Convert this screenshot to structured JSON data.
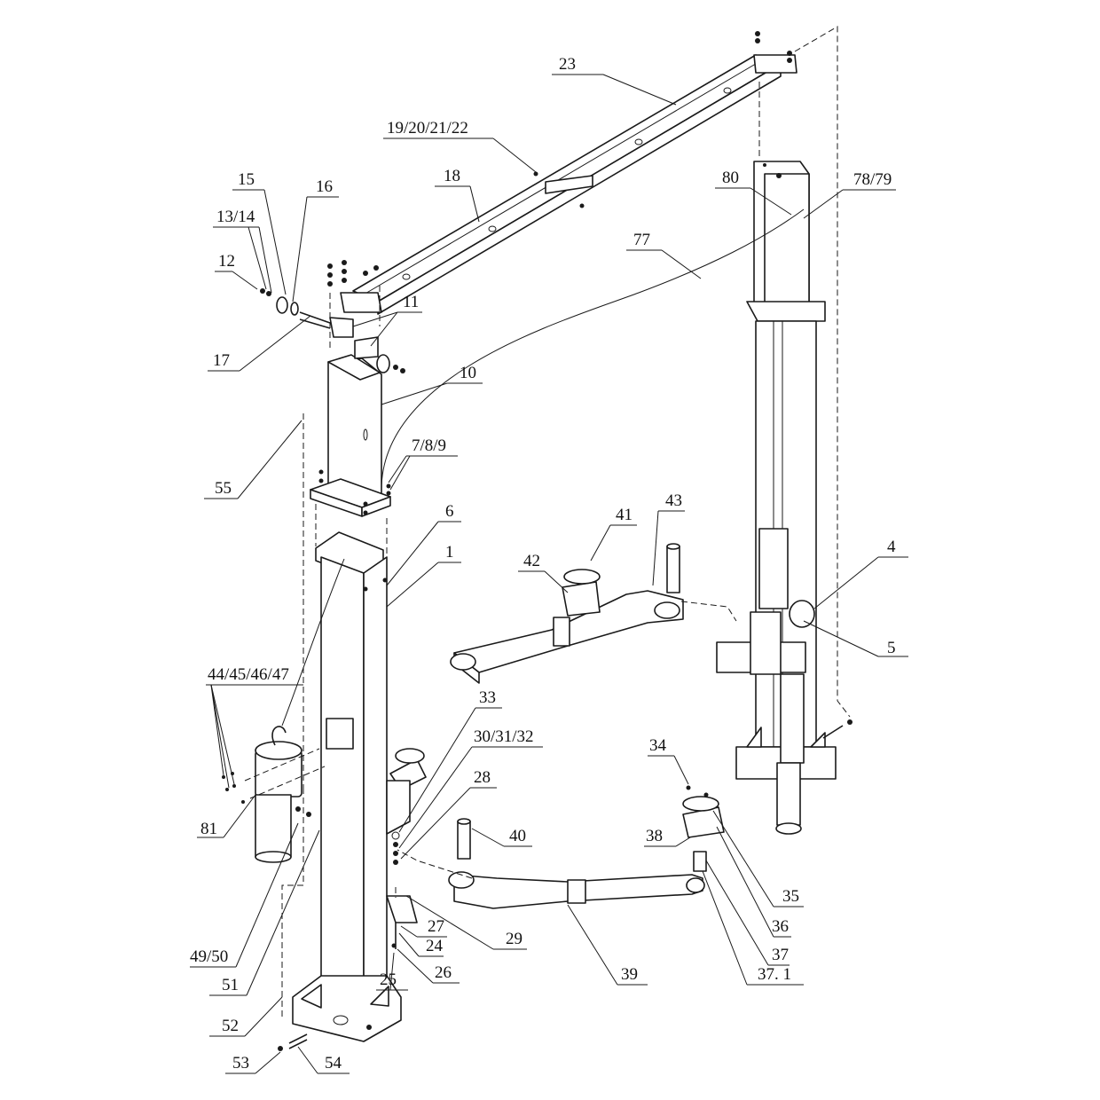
{
  "callouts": [
    {
      "id": "23",
      "label": "23"
    },
    {
      "id": "19-22",
      "label": "19/20/21/22"
    },
    {
      "id": "18",
      "label": "18"
    },
    {
      "id": "15",
      "label": "15"
    },
    {
      "id": "16",
      "label": "16"
    },
    {
      "id": "13-14",
      "label": "13/14"
    },
    {
      "id": "12",
      "label": "12"
    },
    {
      "id": "11",
      "label": "11"
    },
    {
      "id": "17",
      "label": "17"
    },
    {
      "id": "10",
      "label": "10"
    },
    {
      "id": "80",
      "label": "80"
    },
    {
      "id": "78-79",
      "label": "78/79"
    },
    {
      "id": "77",
      "label": "77"
    },
    {
      "id": "55",
      "label": "55"
    },
    {
      "id": "7-9",
      "label": "7/8/9"
    },
    {
      "id": "6",
      "label": "6"
    },
    {
      "id": "1",
      "label": "1"
    },
    {
      "id": "41",
      "label": "41"
    },
    {
      "id": "43",
      "label": "43"
    },
    {
      "id": "42",
      "label": "42"
    },
    {
      "id": "4",
      "label": "4"
    },
    {
      "id": "5",
      "label": "5"
    },
    {
      "id": "44-47",
      "label": "44/45/46/47"
    },
    {
      "id": "33",
      "label": "33"
    },
    {
      "id": "30-32",
      "label": "30/31/32"
    },
    {
      "id": "34",
      "label": "34"
    },
    {
      "id": "28",
      "label": "28"
    },
    {
      "id": "81",
      "label": "81"
    },
    {
      "id": "40",
      "label": "40"
    },
    {
      "id": "38",
      "label": "38"
    },
    {
      "id": "35",
      "label": "35"
    },
    {
      "id": "36",
      "label": "36"
    },
    {
      "id": "27",
      "label": "27"
    },
    {
      "id": "24",
      "label": "24"
    },
    {
      "id": "29",
      "label": "29"
    },
    {
      "id": "37",
      "label": "37"
    },
    {
      "id": "49-50",
      "label": "49/50"
    },
    {
      "id": "26",
      "label": "26"
    },
    {
      "id": "25",
      "label": "25"
    },
    {
      "id": "39",
      "label": "39"
    },
    {
      "id": "37-1",
      "label": "37. 1"
    },
    {
      "id": "51",
      "label": "51"
    },
    {
      "id": "52",
      "label": "52"
    },
    {
      "id": "53",
      "label": "53"
    },
    {
      "id": "54",
      "label": "54"
    }
  ]
}
